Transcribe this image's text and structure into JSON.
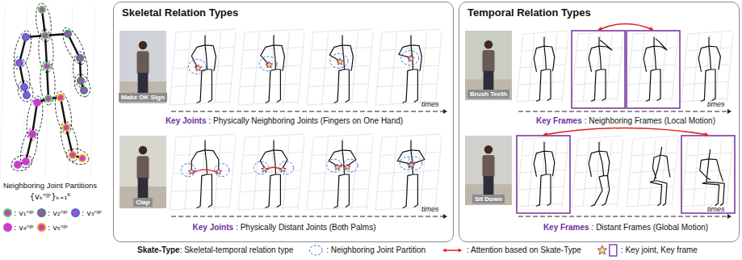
{
  "diagram": {
    "nodes": [
      {
        "text": [
          "Skeletal Relation Types"
        ]
      },
      {
        "text": [
          "Make OK Sign"
        ],
        "in": 0
      },
      {
        "text": [
          "Clap"
        ],
        "in": 0
      },
      {
        "text": [
          "Temporal Relation Types"
        ]
      },
      {
        "text": [
          "Brush Teeth"
        ],
        "in": 3
      },
      {
        "text": [
          "Sit Down"
        ],
        "in": 3
      }
    ],
    "labels": [
      "Neighboring Joint Partitions",
      "{vₖⁿʲᵖ}ₖ₌₁ᴷ",
      "Key Joints",
      ": Physically Neighboring Joints (Fingers on One Hand)",
      "times",
      "Key Joints",
      ": Physically Distant Joints (Both Palms)",
      "times",
      "Key Frames",
      ": Neighboring Frames (Local Motion)",
      "times",
      "Key Frames",
      ": Distant Frames (Global Motion)",
      "times",
      "Skate-Type",
      ": Skeletal-temporal relation type"
    ],
    "legend": [
      {
        "text": ": v₁ⁿʲᵖ",
        "color": "#5ccf5c"
      },
      {
        "text": ": v₂ⁿʲᵖ",
        "color": "#2f8f6a"
      },
      {
        "text": ": v₃ⁿʲᵖ",
        "color": "#3a6fd8"
      },
      {
        "text": ": v₄ⁿʲᵖ",
        "color": "#d23fd2"
      },
      {
        "text": ": v₅ⁿʲᵖ",
        "color": "#f0a020"
      },
      {
        "text": ": Neighboring Joint Partition"
      },
      {
        "text": ": Attention based on Skate-Type"
      },
      {
        "text": ": Key joint, Key frame"
      }
    ]
  }
}
